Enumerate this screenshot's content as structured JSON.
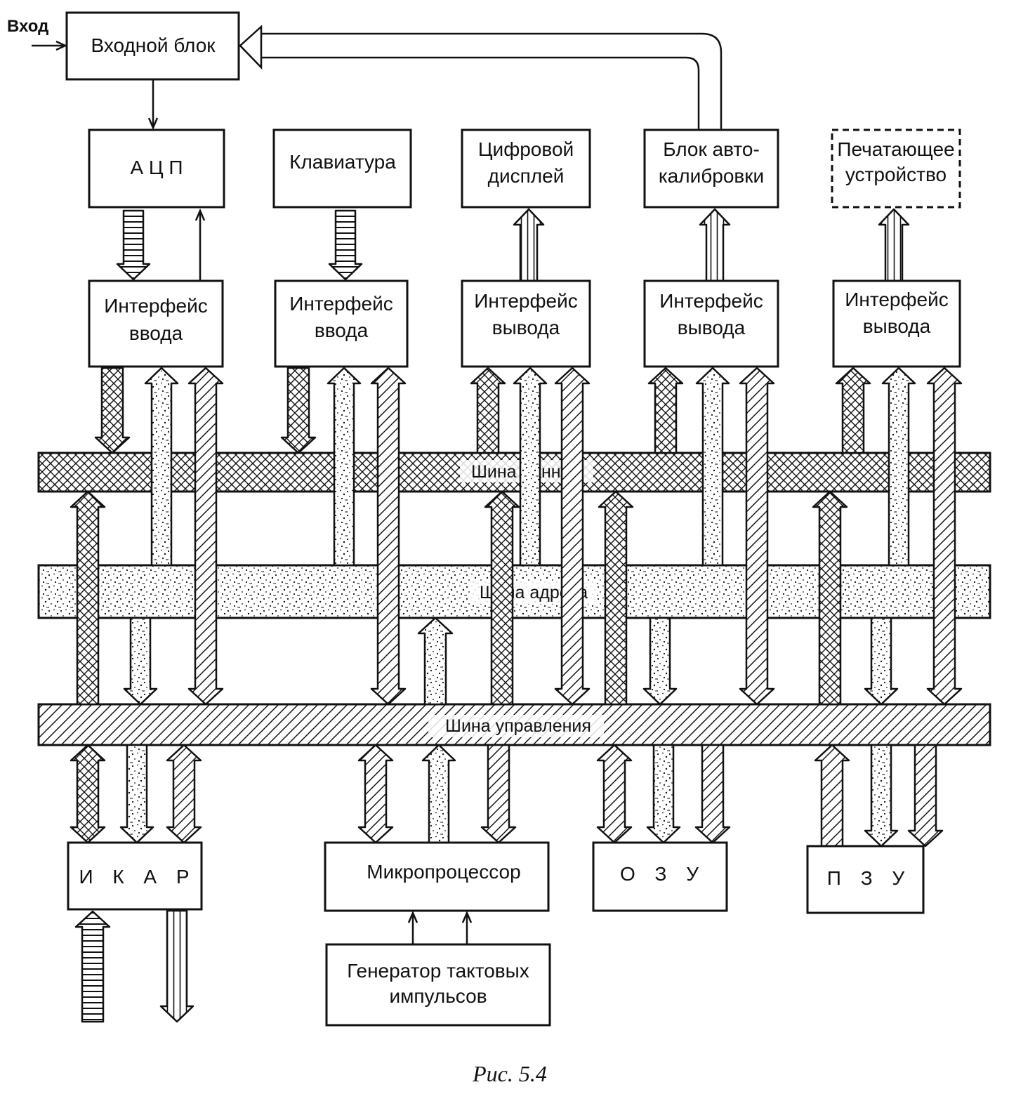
{
  "input_label": "Вход",
  "blocks": {
    "input_block": "Входной блок",
    "adc": "А Ц П",
    "keyboard": "Клавиатура",
    "display": [
      "Цифровой",
      "дисплей"
    ],
    "autocal": [
      "Блок авто-",
      "калибровки"
    ],
    "printer": [
      "Печатающее",
      "устройство"
    ],
    "if_in_1": [
      "Интерфейс",
      "ввода"
    ],
    "if_in_2": [
      "Интерфейс",
      "ввода"
    ],
    "if_out_1": [
      "Интерфейс",
      "вывода"
    ],
    "if_out_2": [
      "Интерфейс",
      "вывода"
    ],
    "if_out_3": [
      "Интерфейс",
      "вывода"
    ],
    "ikar": "И К А Р",
    "cpu": "Микропроцессор",
    "ram": "О З У",
    "rom": "П З У",
    "clock": [
      "Генератор тактовых",
      "импульсов"
    ]
  },
  "buses": {
    "data": "Шина данных",
    "address": "Шина адреса",
    "control": "Шина управления"
  },
  "caption": "Рис. 5.4"
}
